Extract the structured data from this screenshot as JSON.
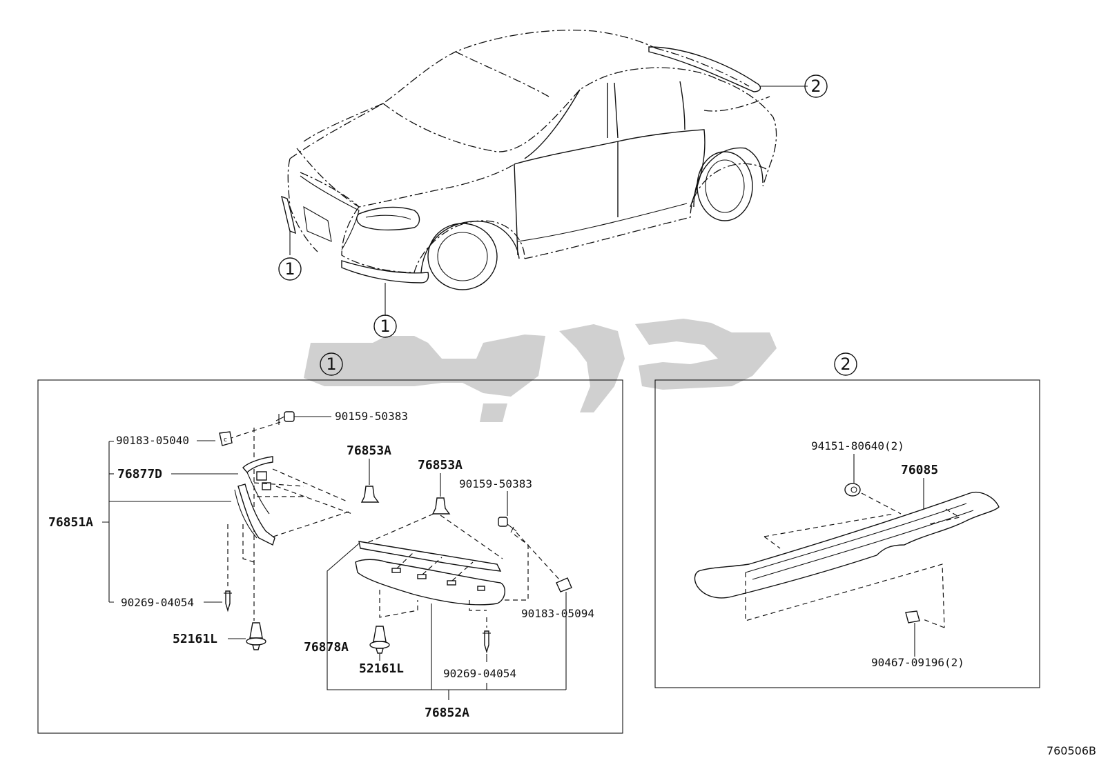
{
  "callouts": {
    "top_rear": "2",
    "top_front_left": "1",
    "top_front_bottom": "1",
    "panel1": "1",
    "panel2": "2"
  },
  "panel1": {
    "labels": {
      "p90159a": "90159-50383",
      "p90183a": "90183-05040",
      "p76877d": "76877D",
      "p76851a": "76851A",
      "p90269a": "90269-04054",
      "p52161a": "52161L",
      "p76853a_1": "76853A",
      "p76853a_2": "76853A",
      "p90159b": "90159-50383",
      "p90183b": "90183-05094",
      "p76878a": "76878A",
      "p52161b": "52161L",
      "p90269b": "90269-04054",
      "p76852a": "76852A"
    }
  },
  "panel2": {
    "labels": {
      "p94151": "94151-80640(2)",
      "p76085": "76085",
      "p90467": "90467-09196(2)"
    }
  },
  "diagram_code": "760506B"
}
